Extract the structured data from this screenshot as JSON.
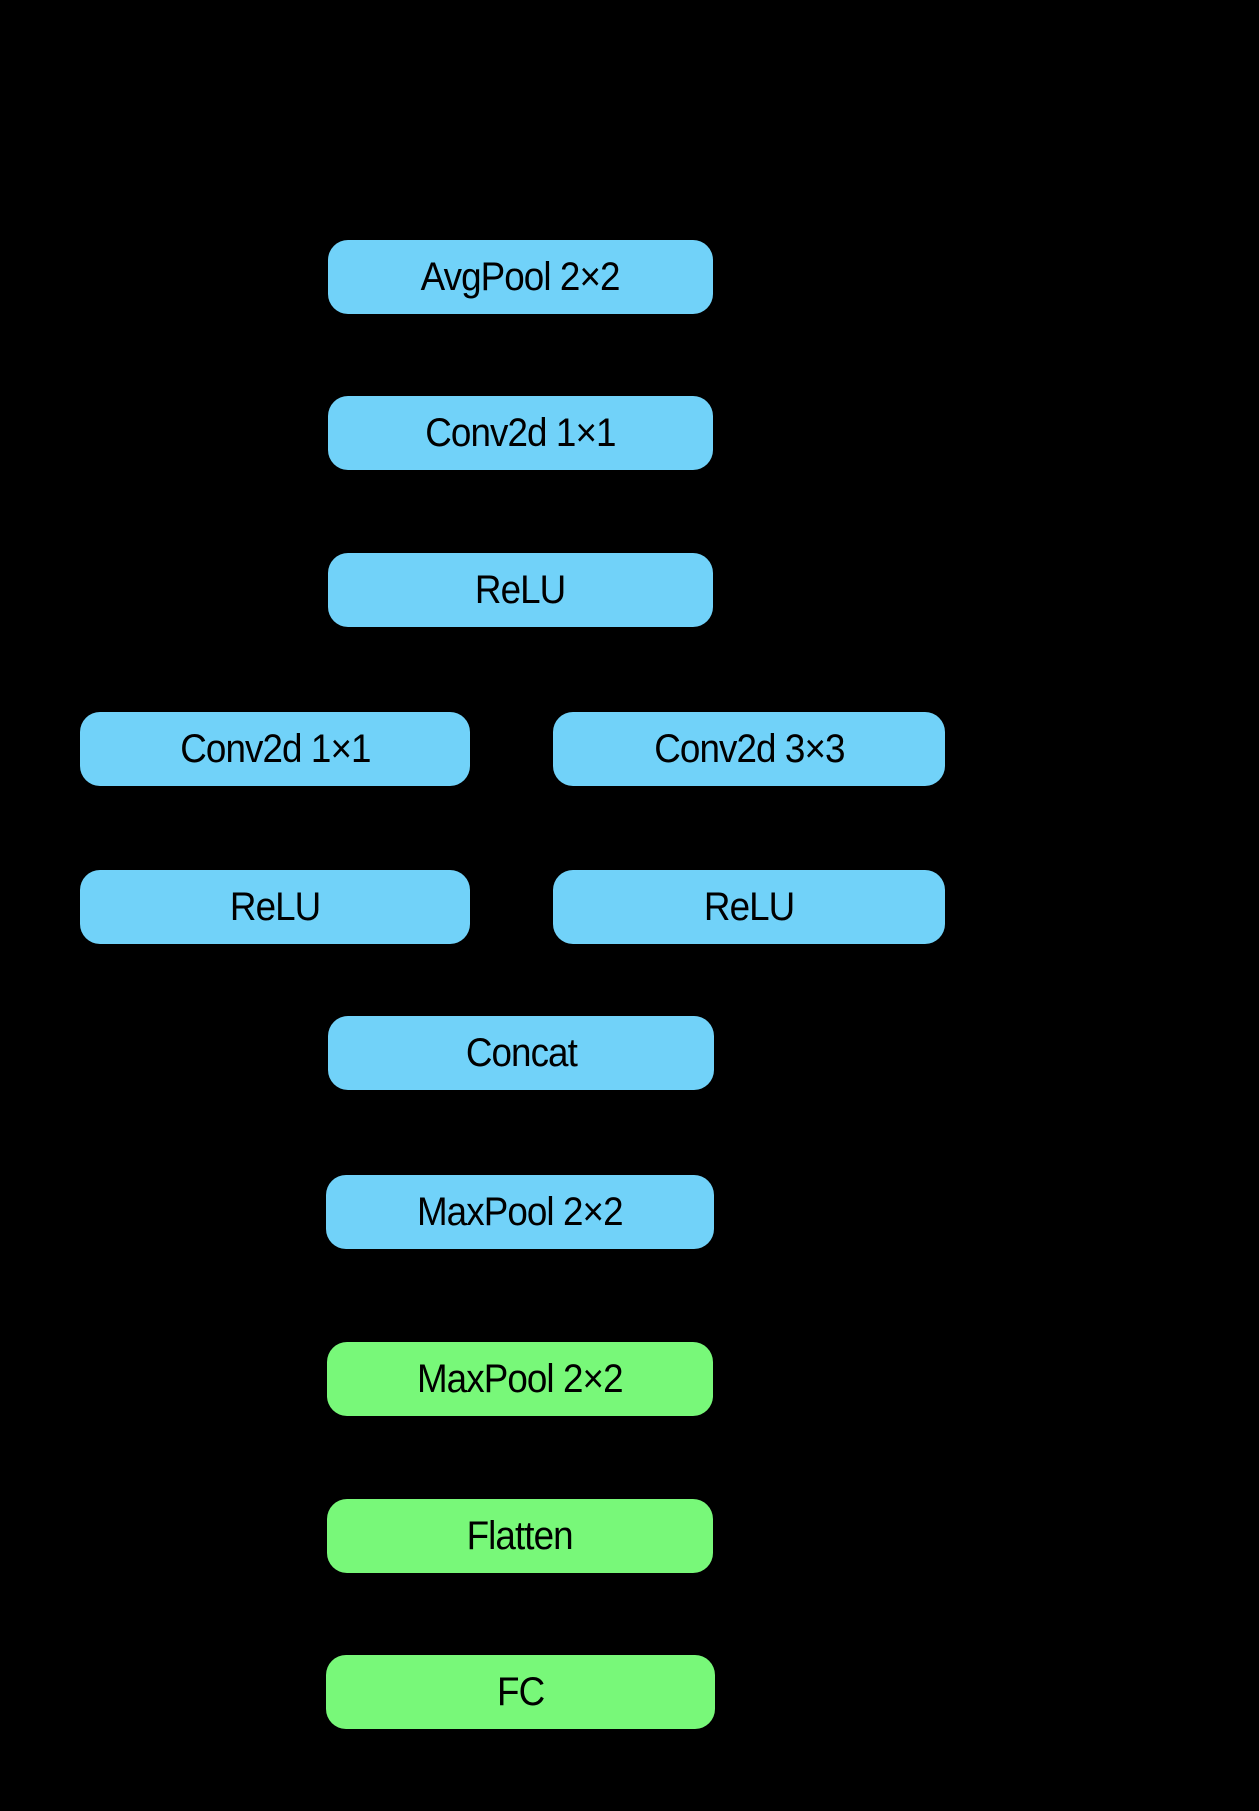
{
  "diagram": {
    "type": "flowchart",
    "background_color": "#000000",
    "text_color": "#000000",
    "node_colors": {
      "blue": "#71D2F9",
      "green": "#78F879"
    },
    "nodes": [
      {
        "id": "avgpool_2x2",
        "label": "AvgPool 2×2",
        "color": "blue"
      },
      {
        "id": "conv2d_1x1_top",
        "label": "Conv2d 1×1",
        "color": "blue"
      },
      {
        "id": "relu_top",
        "label": "ReLU",
        "color": "blue"
      },
      {
        "id": "conv2d_1x1_left",
        "label": "Conv2d 1×1",
        "color": "blue"
      },
      {
        "id": "conv2d_3x3_right",
        "label": "Conv2d 3×3",
        "color": "blue"
      },
      {
        "id": "relu_left",
        "label": "ReLU",
        "color": "blue"
      },
      {
        "id": "relu_right",
        "label": "ReLU",
        "color": "blue"
      },
      {
        "id": "concat",
        "label": "Concat",
        "color": "blue"
      },
      {
        "id": "maxpool_2x2_blue",
        "label": "MaxPool 2×2",
        "color": "blue"
      },
      {
        "id": "maxpool_2x2_green",
        "label": "MaxPool 2×2",
        "color": "green"
      },
      {
        "id": "flatten",
        "label": "Flatten",
        "color": "green"
      },
      {
        "id": "fc",
        "label": "FC",
        "color": "green"
      }
    ]
  }
}
